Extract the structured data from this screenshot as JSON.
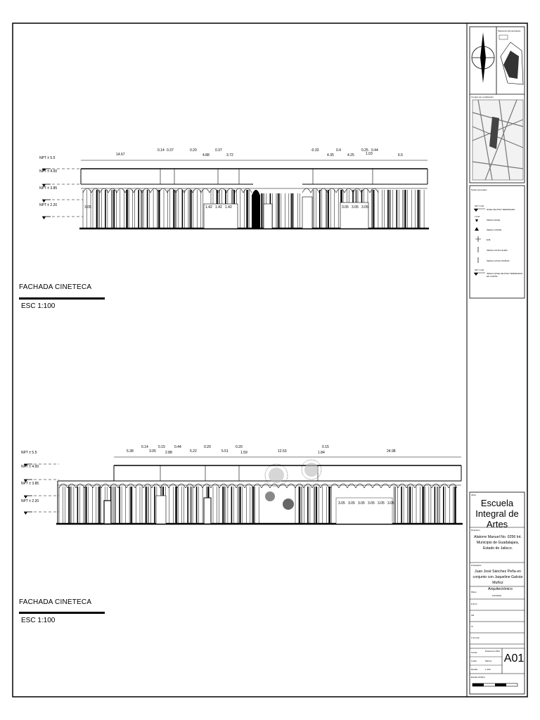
{
  "elevation1": {
    "title": "FACHADA  CINETECA",
    "scale": "ESC 1:100",
    "levels": [
      "NPT ± 5.5",
      "NPT ± 4.00",
      "NPT ± 3.85",
      "NPT ± 2.20"
    ],
    "dims": [
      "14.67",
      "0.14",
      "0.37",
      "0.20",
      "4.88",
      "0.37",
      "3.72",
      "-0.33",
      "0.4",
      "0.25",
      "0.44",
      "4.35",
      "4.25",
      "1.03",
      "6.5"
    ],
    "inner_dims": [
      "3.05",
      "1.42",
      "1.42",
      "1.42",
      "3.05",
      "3.05",
      "3.05"
    ]
  },
  "elevation2": {
    "title": "FACHADA CINETECA",
    "scale": "ESC 1:100",
    "levels": [
      "NPT ± 5.5",
      "NPT ± 4.00",
      "NPT ± 3.85",
      "NPT ± 2.20"
    ],
    "dims": [
      "0.14",
      "0.15",
      "0.44",
      "5.38",
      "3.05",
      "2.88",
      "0.20",
      "5.22",
      "0.20",
      "5.51",
      "1.59",
      "12.53",
      "0.15",
      "1.84",
      "24.98"
    ],
    "inner_dims": [
      "3.05",
      "3.05",
      "3.05",
      "3.05",
      "3.05",
      "3.05"
    ]
  },
  "sidebar": {
    "norte_label": "Planta de Nomenclatura",
    "croquis_label": "Croquis de Localización",
    "notas_label": "Notas Generales",
    "legend": [
      {
        "label": "NIVEL DE PISO TERMINADO",
        "tag": "NPT ± 0.00"
      },
      {
        "label": "INDICA NIVEL",
        "tag": "± 0.00"
      },
      {
        "label": "INDICA CORTE",
        "tag": ""
      },
      {
        "label": "EJE",
        "tag": ""
      },
      {
        "label": "INDICA COTA A EJES",
        "tag": ""
      },
      {
        "label": "INDICA COTA A PAÑOS",
        "tag": ""
      },
      {
        "label": "INDICA NIVEL DE PISO TERMINADO EN CORTE",
        "tag": "NPT ± 0.00"
      }
    ],
    "obra_label": "Obra",
    "obra": "Escuela Integral de Artes",
    "direccion_label": "Dirección",
    "direccion": "Alatorre Manuel No. 0256 Int. Municipio de Guadalajara, Estado de Jalisco.",
    "propietario_label": "Propietario",
    "propietario": "Juan José Sánchez Peña en conjunto con Jaqueline Galván Muñoz",
    "plano_label": "Plano",
    "plano": "Arquitectónico",
    "plano_sub": "Fachadas",
    "rows": [
      "D.R.O.",
      "CE",
      "CI",
      "C.D.Lote"
    ],
    "fecha_label": "Fecha",
    "fecha": "Diciembre 2021",
    "cotas_label": "Cotas",
    "cotas": "Metros",
    "escala_label": "Escala",
    "escala": "1:100",
    "sheet": "A01",
    "escala_grafica": "Escala Gráfica"
  }
}
